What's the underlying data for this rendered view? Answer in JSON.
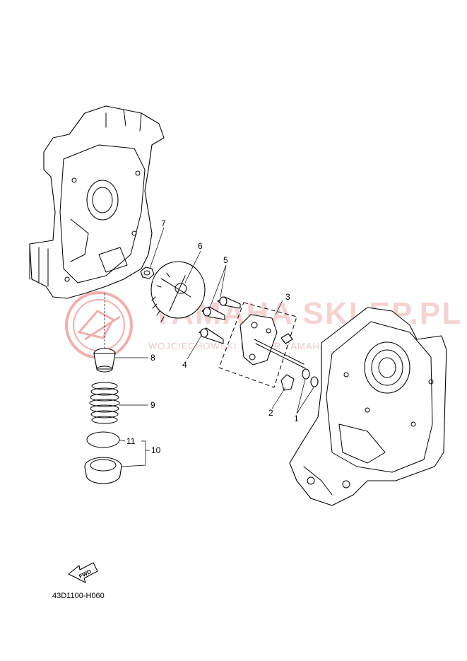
{
  "diagram": {
    "part_code": "43D1100-H060",
    "fwd_label": "FWD",
    "callouts": [
      "1",
      "2",
      "3",
      "4",
      "5",
      "6",
      "7",
      "8",
      "9",
      "10",
      "11"
    ]
  },
  "watermark": {
    "brand": "YAMAHA SKLEP.PL",
    "tagline": "WOJCIECHOWSKI DEALER YAMAHA",
    "color": "#e8a0a0"
  }
}
